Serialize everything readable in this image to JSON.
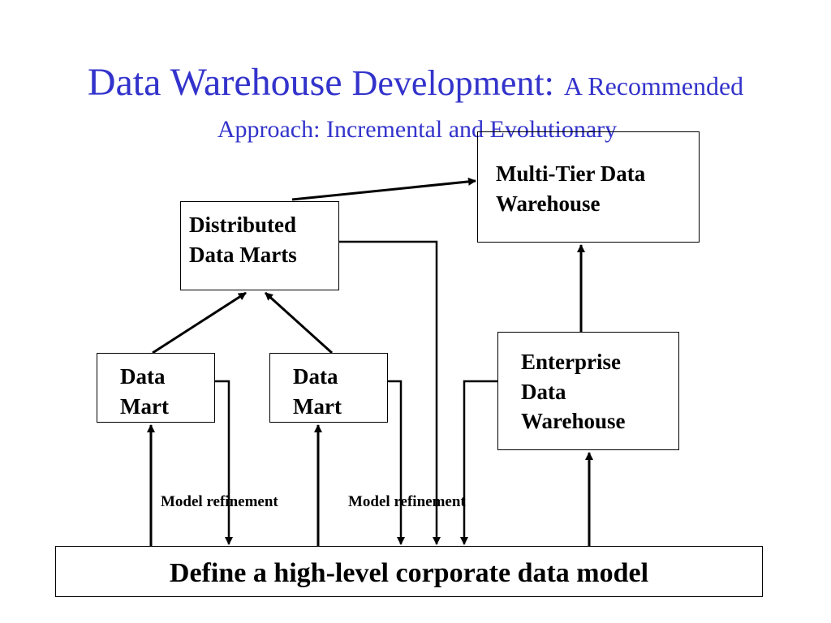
{
  "title": {
    "part1": "Data Warehouse",
    "part2": "Development:",
    "part3": "A Recommended",
    "line2": "Approach: Incremental and Evolutionary"
  },
  "nodes": {
    "multi_tier": {
      "line1": "Multi-Tier Data",
      "line2": "Warehouse"
    },
    "distributed": {
      "line1": "Distributed",
      "line2": "Data Marts"
    },
    "mart_1": {
      "line1": "Data",
      "line2": "Mart"
    },
    "mart_2": {
      "line1": "Data",
      "line2": "Mart"
    },
    "enterprise": {
      "line1": "Enterprise",
      "line2": "Data",
      "line3": "Warehouse"
    },
    "corporate": {
      "label": "Define a high-level corporate data model"
    }
  },
  "edges": {
    "model_refinement_1": "Model refinement",
    "model_refinement_2": "Model refinement"
  },
  "colors": {
    "title": "#3333CC",
    "line": "#000000",
    "background": "#FFFFFF"
  }
}
